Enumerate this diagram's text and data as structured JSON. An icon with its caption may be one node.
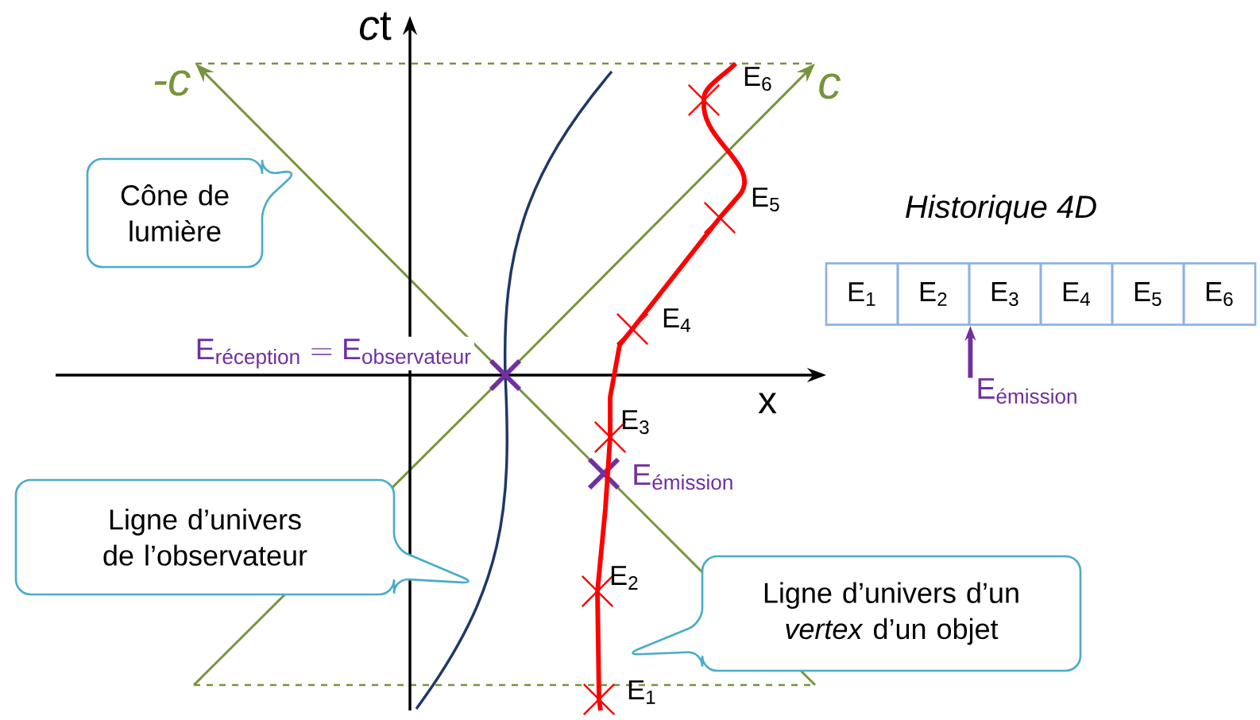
{
  "diagram": {
    "nodes": [
      {
        "text": [
          "Cône de lumière"
        ]
      },
      {
        "text": [
          "Ligne d’univers de l’observateur"
        ]
      },
      {
        "text": [
          "Ligne d’univers d’un *vertex* d’un objet"
        ]
      },
      {
        "text": [
          "\\text{E}_{\\text{1}}"
        ]
      },
      {
        "text": [
          "\\text{E}_{\\text{2}}"
        ]
      },
      {
        "text": [
          "\\text{E}_{\\text{3}}"
        ]
      },
      {
        "text": [
          "\\text{E}_{\\text{4}}"
        ]
      },
      {
        "text": [
          "\\text{E}_{\\text{5}}"
        ]
      },
      {
        "text": [
          "\\text{E}_{\\text{6}}"
        ]
      },
      {
        "text": [
          "\\text{E}_{\\text{émission}}"
        ]
      },
      {
        "text": [],
        "shape": "cross",
        "beside": [
          "\\text{E}_{\\text{6}}"
        ]
      },
      {
        "text": [],
        "shape": "cross",
        "beside": [
          "\\text{E}_{\\text{5}}"
        ]
      },
      {
        "text": [],
        "shape": "cross",
        "beside": [
          "\\text{E}_{\\text{4}}"
        ]
      },
      {
        "text": [],
        "shape": "cross",
        "beside": [
          "\\text{E}_{\\text{3}}"
        ]
      },
      {
        "text": [],
        "shape": "cross",
        "beside": [
          "\\text{E}_{\\text{2}}"
        ]
      },
      {
        "text": [],
        "shape": "cross",
        "beside": [
          "\\text{E}_{\\text{1}}"
        ]
      }
    ],
    "edges": [
      {
        "from": 9,
        "to": 4,
        "arrow": "to",
        "color": "#7030a0"
      },
      {
        "from": 15,
        "to": 14,
        "arrow": "none",
        "color": "#ff0000"
      },
      {
        "from": 14,
        "to": 13,
        "arrow": "none",
        "color": "#ff0000"
      },
      {
        "from": 13,
        "to": 12,
        "arrow": "none",
        "color": "#ff0000"
      },
      {
        "from": 12,
        "to": 11,
        "arrow": "none",
        "color": "#ff0000"
      },
      {
        "from": 11,
        "to": 10,
        "arrow": "none",
        "color": "#ff0000"
      }
    ],
    "labels": [
      "\\textit{c}\\text{t}",
      "-c",
      "c",
      "Historique 4D",
      "\\text{E}_{\\text{réception}} = \\text{E}_{\\text{observateur}}",
      "x",
      "\\text{E}_{\\text{émission}}"
    ]
  }
}
